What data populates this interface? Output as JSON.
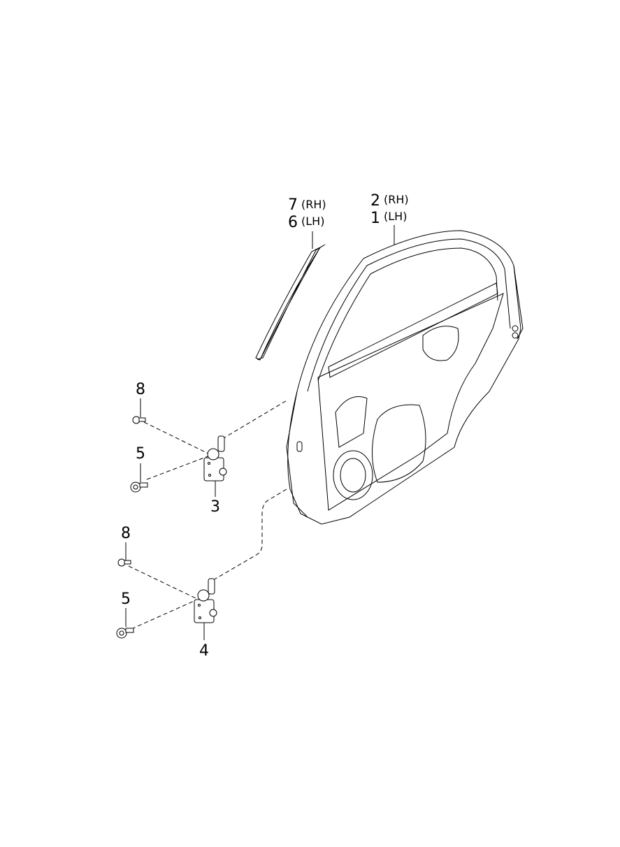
{
  "callouts": {
    "glass_rh": {
      "num": "7",
      "side": "(RH)"
    },
    "glass_lh": {
      "num": "6",
      "side": "(LH)"
    },
    "door_rh": {
      "num": "2",
      "side": "(RH)"
    },
    "door_lh": {
      "num": "1",
      "side": "(LH)"
    },
    "upper_bolt_small": "8",
    "upper_bolt_large": "5",
    "upper_hinge": "3",
    "lower_bolt_small": "8",
    "lower_bolt_large": "5",
    "lower_hinge": "4"
  },
  "colors": {
    "line": "#000000",
    "background": "#ffffff"
  }
}
